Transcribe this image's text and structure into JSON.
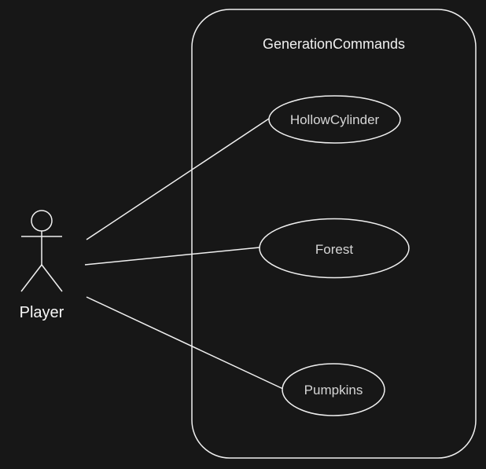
{
  "system": {
    "title": "GenerationCommands"
  },
  "actor": {
    "label": "Player",
    "icon": "stick-figure-icon"
  },
  "use_cases": [
    {
      "label": "HollowCylinder"
    },
    {
      "label": "Forest"
    },
    {
      "label": "Pumpkins"
    }
  ],
  "associations": [
    {
      "from": "Player",
      "to": "HollowCylinder"
    },
    {
      "from": "Player",
      "to": "Forest"
    },
    {
      "from": "Player",
      "to": "Pumpkins"
    }
  ],
  "colors": {
    "background": "#171717",
    "stroke": "#f0f0f0",
    "text": "#f0f0f0"
  }
}
